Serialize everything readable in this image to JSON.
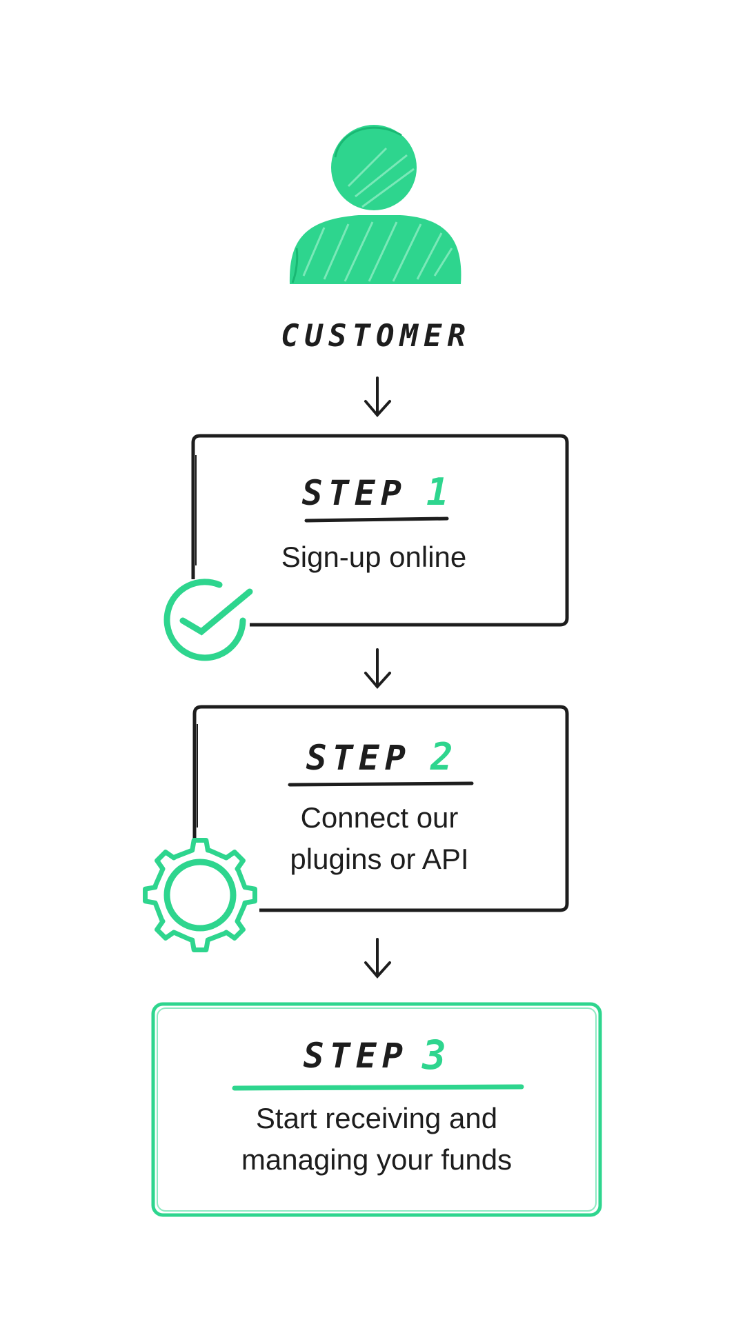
{
  "colors": {
    "accent": "#2ed58e",
    "ink": "#1d1d1d",
    "background": "#ffffff"
  },
  "customer": {
    "label": "CUSTOMER",
    "icon": "person-icon"
  },
  "steps": [
    {
      "heading": "STEP",
      "number": "1",
      "lines": [
        "Sign-up online"
      ],
      "icon": "checkmark-circle-icon"
    },
    {
      "heading": "STEP",
      "number": "2",
      "lines": [
        "Connect our",
        "plugins or API"
      ],
      "icon": "gear-icon"
    },
    {
      "heading": "STEP",
      "number": "3",
      "lines": [
        "Start receiving and",
        "managing your funds"
      ],
      "icon": ""
    }
  ]
}
